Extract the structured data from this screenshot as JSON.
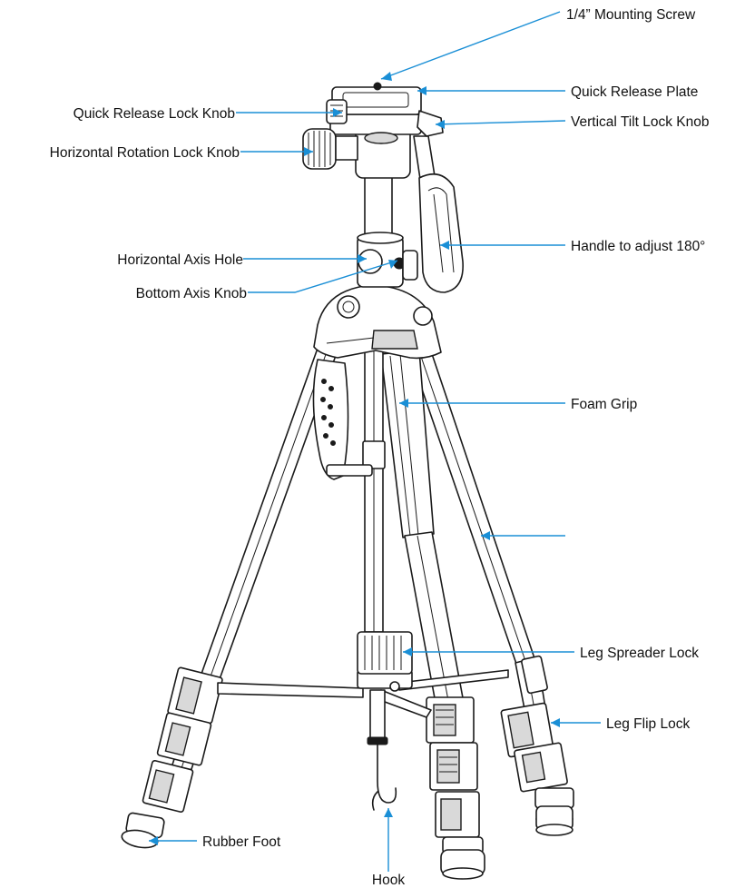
{
  "colors": {
    "leader": "#1a8fd6",
    "ink": "#1a1a1a",
    "background": "#ffffff"
  },
  "labels": {
    "mounting_screw": "1/4” Mounting Screw",
    "quick_release_plate": "Quick Release Plate",
    "quick_release_lock_knob": "Quick Release Lock Knob",
    "vertical_tilt_lock_knob": "Vertical Tilt Lock Knob",
    "horizontal_rotation_lock_knob": "Horizontal Rotation Lock Knob",
    "horizontal_axis_hole": "Horizontal Axis Hole",
    "handle": "Handle to adjust 180°",
    "bottom_axis_knob": "Bottom Axis Knob",
    "foam_grip": "Foam Grip",
    "leg_spreader_lock": "Leg Spreader Lock",
    "leg_flip_lock": "Leg Flip Lock",
    "rubber_foot": "Rubber Foot",
    "hook": "Hook"
  }
}
